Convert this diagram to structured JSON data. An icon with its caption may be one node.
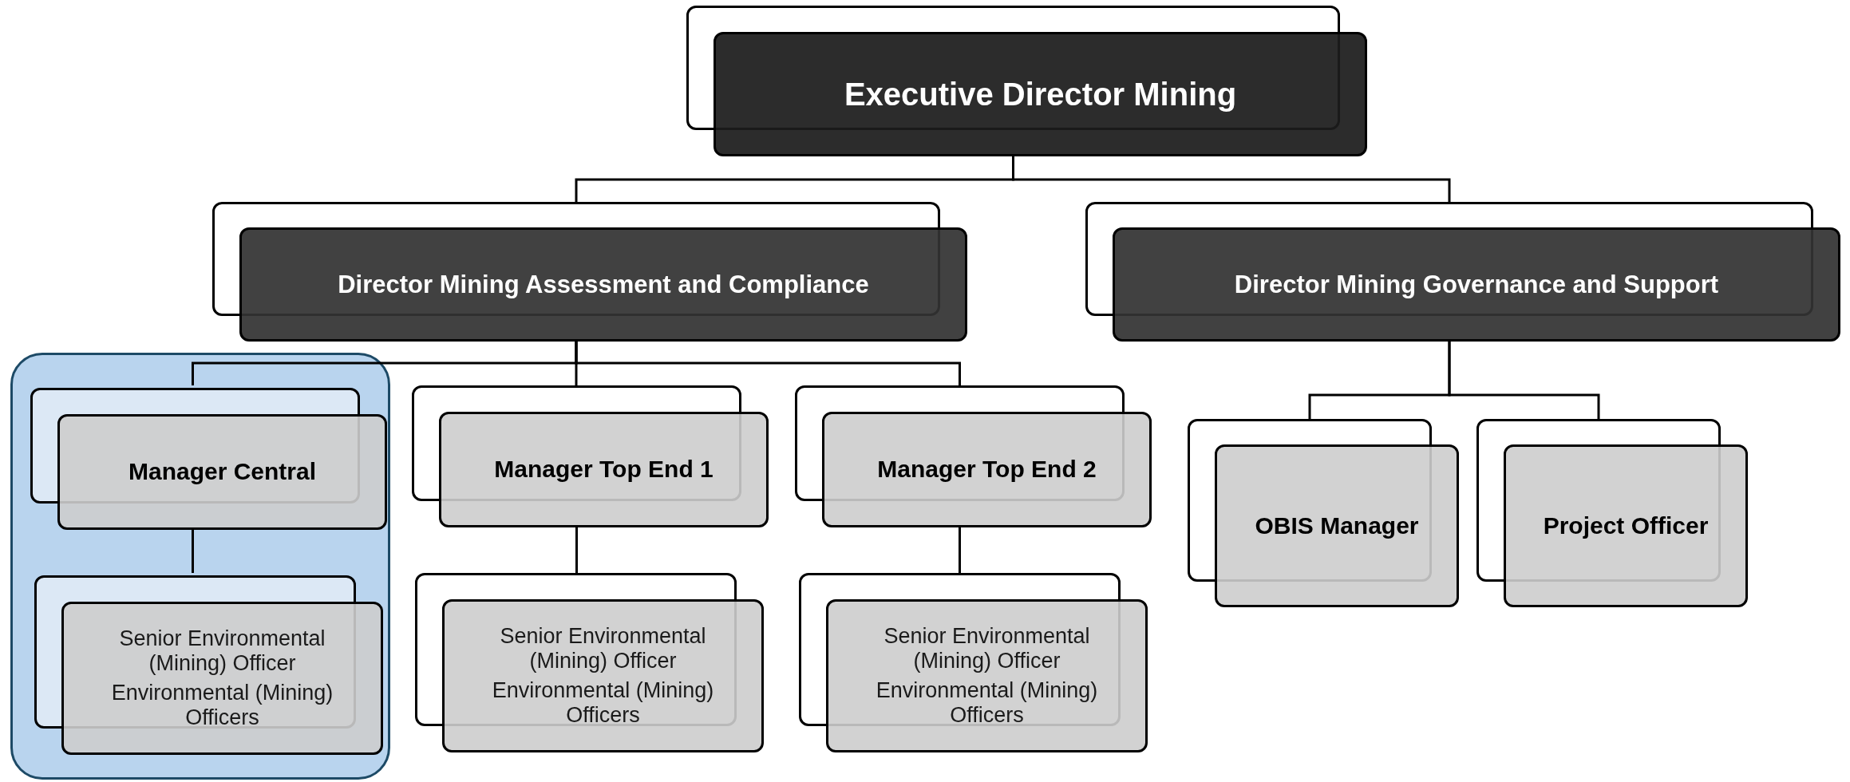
{
  "diagram": {
    "nodes": [
      {
        "text": [
          "Executive Director Mining"
        ]
      },
      {
        "text": [
          "Director Mining Assessment and Compliance"
        ]
      },
      {
        "text": [
          "Director Mining Governance and Support"
        ]
      },
      {
        "text": [],
        "shape": "box"
      },
      {
        "text": [
          "Manager Central"
        ],
        "in": 3
      },
      {
        "text": [
          "Senior Environmental (Mining) Officer",
          "Environmental (Mining) Officers"
        ],
        "in": 3
      },
      {
        "text": [
          "Manager Top End 1"
        ]
      },
      {
        "text": [
          "Senior Environmental (Mining) Officer",
          "Environmental (Mining) Officers"
        ]
      },
      {
        "text": [
          "Manager Top End 2"
        ]
      },
      {
        "text": [
          "Senior Environmental (Mining) Officer",
          "Environmental (Mining) Officers"
        ]
      },
      {
        "text": [
          "OBIS Manager"
        ]
      },
      {
        "text": [
          "Project Officer"
        ]
      }
    ],
    "edges": [
      {
        "from": 0,
        "to": 1,
        "arrow": "none"
      },
      {
        "from": 0,
        "to": 2,
        "arrow": "none"
      },
      {
        "from": 1,
        "to": 4,
        "arrow": "none"
      },
      {
        "from": 1,
        "to": 6,
        "arrow": "none"
      },
      {
        "from": 1,
        "to": 8,
        "arrow": "none"
      },
      {
        "from": 4,
        "to": 5,
        "arrow": "none"
      },
      {
        "from": 6,
        "to": 7,
        "arrow": "none"
      },
      {
        "from": 8,
        "to": 9,
        "arrow": "none"
      },
      {
        "from": 2,
        "to": 10,
        "arrow": "none"
      },
      {
        "from": 2,
        "to": 11,
        "arrow": "none"
      }
    ]
  }
}
